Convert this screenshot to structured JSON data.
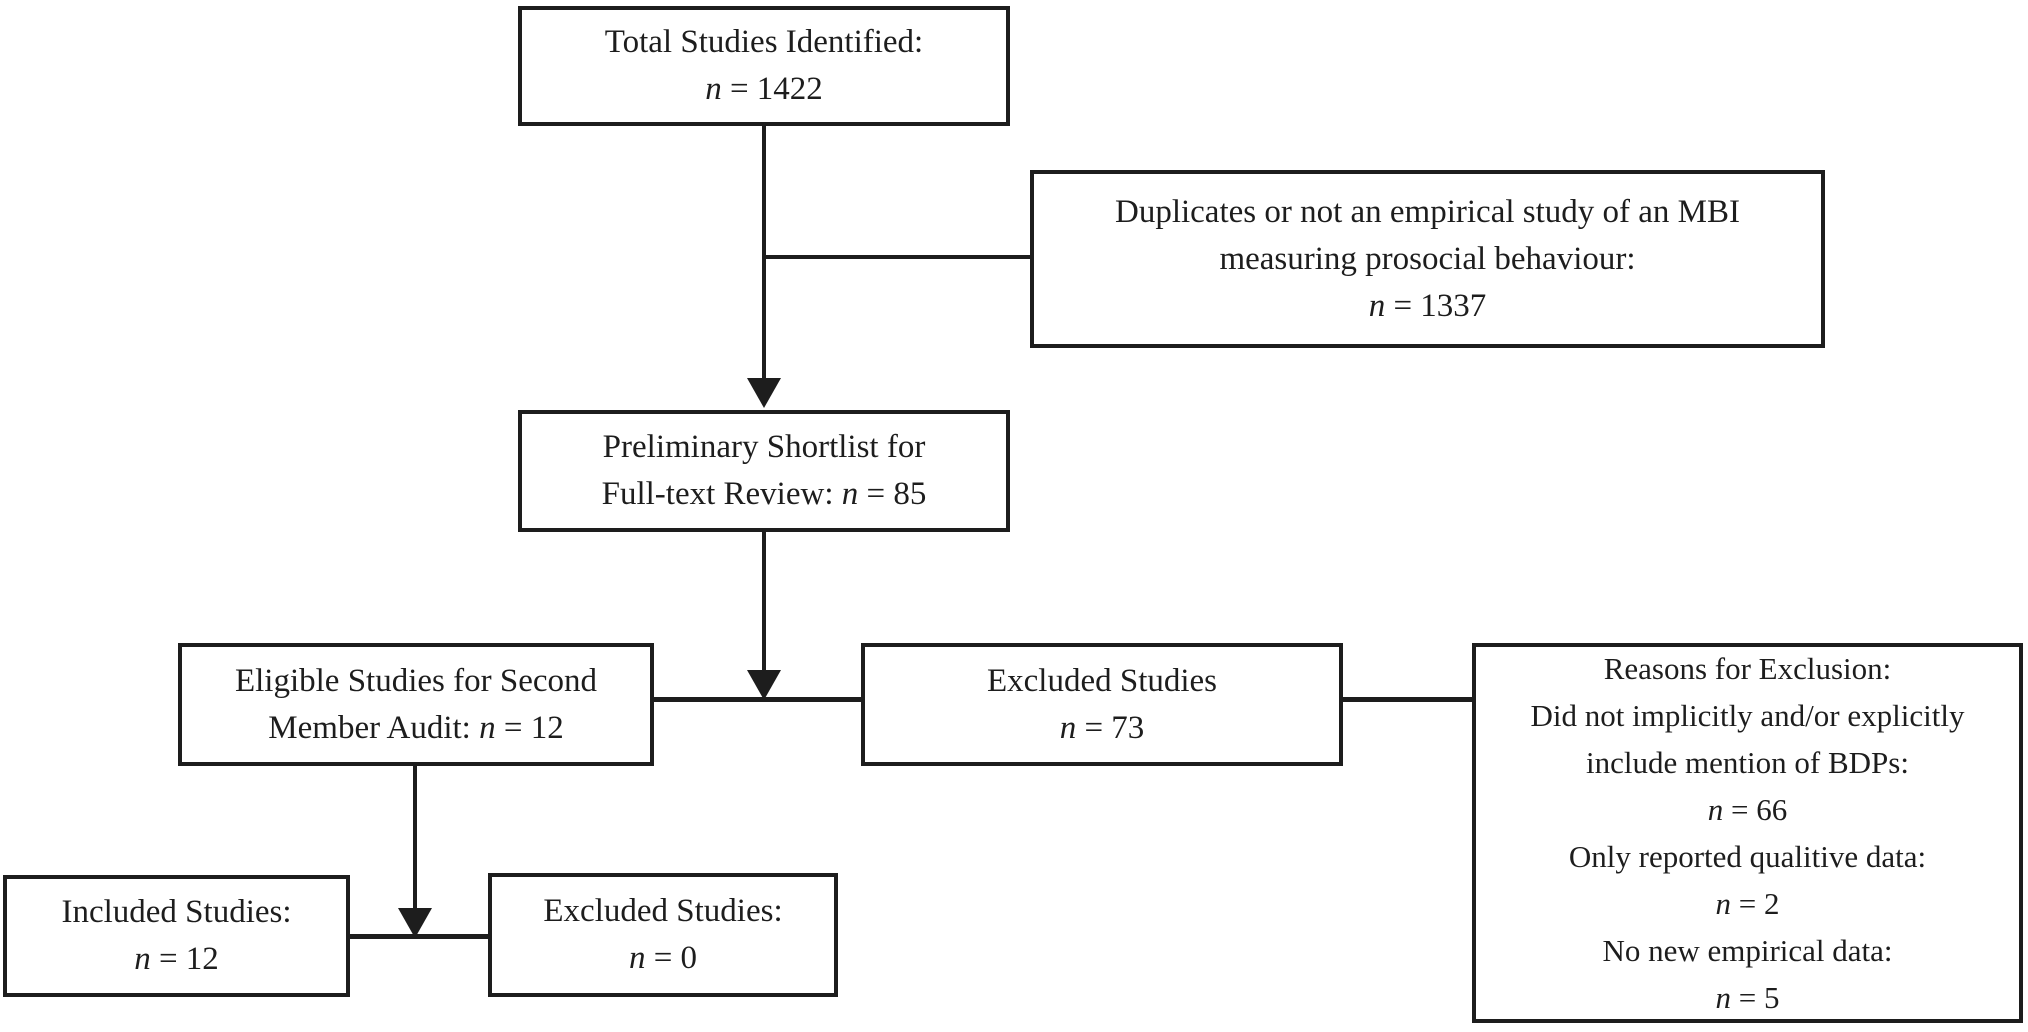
{
  "colors": {
    "background": "#ffffff",
    "line": "#1d1d1d",
    "text": "#1d1d1d"
  },
  "diagram": {
    "type": "flowchart",
    "nodes": {
      "total": {
        "lines": [
          "Total Studies Identified:",
          "n = 1422"
        ]
      },
      "duplicates": {
        "lines": [
          "Duplicates or not an empirical study of an MBI",
          "measuring prosocial behaviour:",
          "n = 1337"
        ]
      },
      "shortlist": {
        "lines": [
          "Preliminary Shortlist for",
          "Full-text Review: n = 85"
        ]
      },
      "eligible": {
        "lines": [
          "Eligible Studies for Second",
          "Member Audit: n = 12"
        ]
      },
      "excluded_fulltext": {
        "lines": [
          "Excluded Studies",
          "n = 73"
        ]
      },
      "reasons": {
        "lines": [
          "Reasons for Exclusion:",
          "Did not implicitly and/or explicitly",
          "include mention of BDPs:",
          "n = 66",
          "Only reported qualitive data:",
          "n = 2",
          "No new empirical data:",
          "n = 5"
        ]
      },
      "included": {
        "lines": [
          "Included Studies:",
          "n = 12"
        ]
      },
      "excluded_audit": {
        "lines": [
          "Excluded Studies:",
          "n = 0"
        ]
      }
    }
  }
}
